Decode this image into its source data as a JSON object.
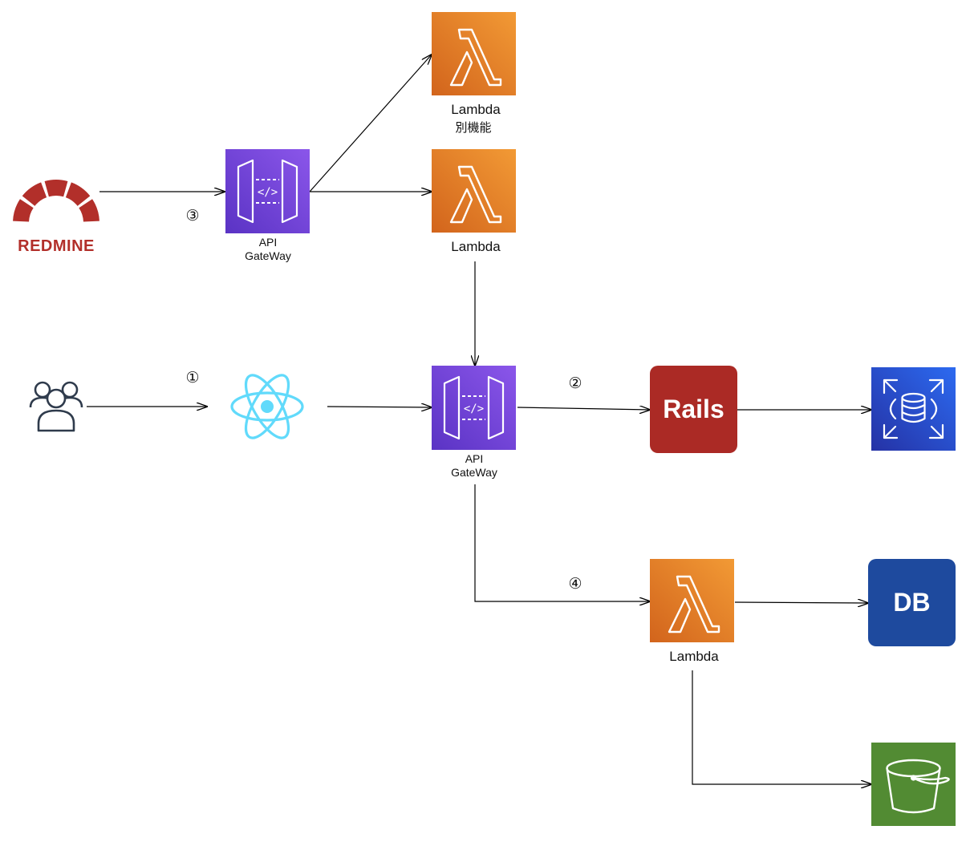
{
  "colors": {
    "lambda_top": "#f29a35",
    "lambda_bottom": "#d2641c",
    "api_top": "#8b56ea",
    "api_bottom": "#5a33c4",
    "rails": "#ab2a25",
    "rds_top": "#2c6af0",
    "rds_bottom": "#2532a5",
    "db": "#1e4a9e",
    "s3": "#528b33",
    "redmine": "#b22f2a",
    "react": "#61dafb",
    "users": "#2f3b4c"
  },
  "nodes": {
    "redmine": {
      "label": "REDMINE",
      "icon": "redmine-logo-icon"
    },
    "api_gateway_top": {
      "label_line1": "API",
      "label_line2": "GateWay",
      "icon": "api-gateway-icon"
    },
    "lambda_other": {
      "label": "Lambda",
      "sublabel": "別機能",
      "icon": "lambda-icon"
    },
    "lambda_top": {
      "label": "Lambda",
      "icon": "lambda-icon"
    },
    "users": {
      "icon": "users-icon"
    },
    "react": {
      "icon": "react-icon"
    },
    "api_gateway_main": {
      "label_line1": "API",
      "label_line2": "GateWay",
      "icon": "api-gateway-icon"
    },
    "rails": {
      "label": "Rails"
    },
    "rds": {
      "icon": "rds-database-icon"
    },
    "lambda_bottom": {
      "label": "Lambda",
      "icon": "lambda-icon"
    },
    "db": {
      "label": "DB"
    },
    "s3": {
      "icon": "s3-bucket-icon"
    }
  },
  "steps": {
    "step1": "①",
    "step2": "②",
    "step3": "③",
    "step4": "④"
  }
}
